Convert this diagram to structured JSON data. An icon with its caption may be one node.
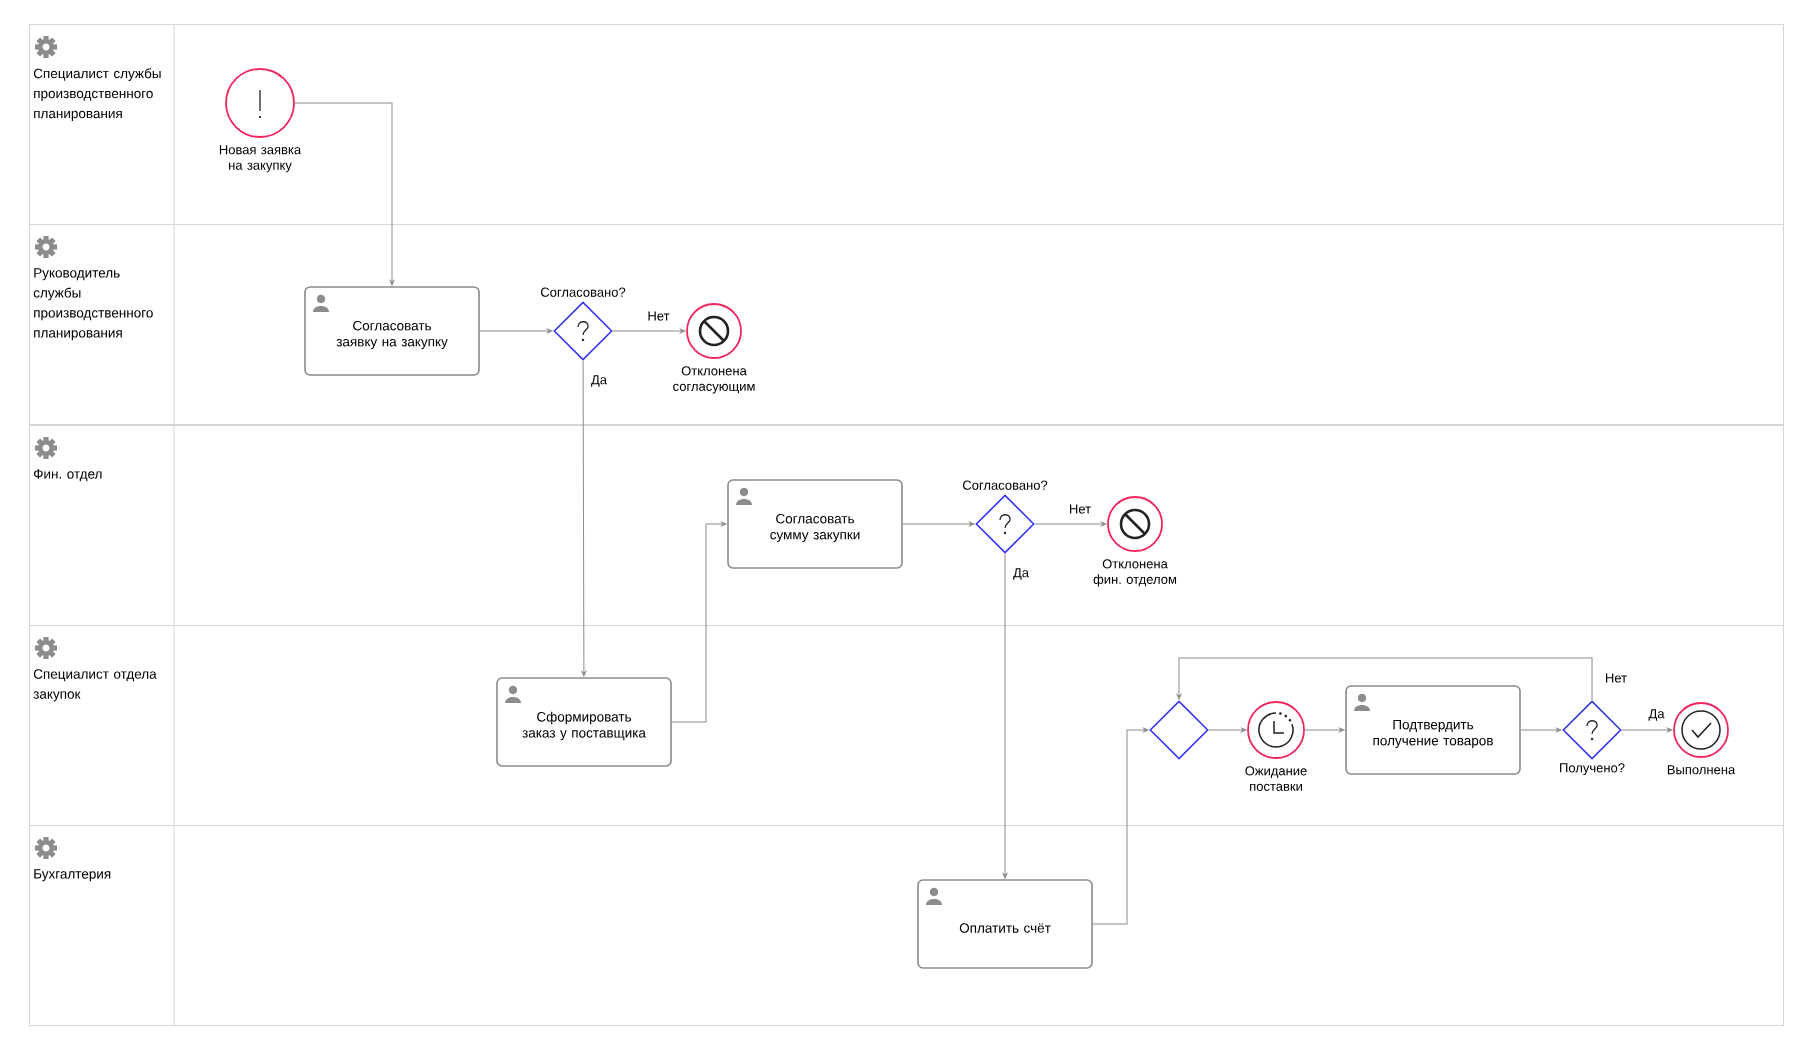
{
  "diagram": {
    "nodes": [
      {
        "text": [
          "Специалист службы производственного планирования"
        ]
      },
      {
        "text": [
          "Руководитель службы производственного планирования"
        ]
      },
      {
        "text": [
          "Фин. отдел"
        ]
      },
      {
        "text": [
          "Специалист отдела закупок"
        ]
      },
      {
        "text": [
          "Бухгалтерия"
        ]
      },
      {
        "text": [
          "Новая заявка на закупку"
        ],
        "in": 0
      },
      {
        "text": [
          "Согласовать заявку на закупку"
        ],
        "in": 1
      },
      {
        "text": [
          "Согласовано?"
        ],
        "in": 1
      },
      {
        "text": [
          "Отклонена согласующим"
        ],
        "in": 1
      },
      {
        "text": [
          "Согласовать сумму закупки"
        ],
        "in": 2
      },
      {
        "text": [
          "Согласовано?"
        ],
        "in": 2
      },
      {
        "text": [
          "Отклонена фин. отделом"
        ],
        "in": 2
      },
      {
        "text": [
          "Сформировать заказ у поставщика"
        ],
        "in": 3
      },
      {
        "text": [],
        "shape": "diamond",
        "in": 3
      },
      {
        "text": [
          "Ожидание поставки"
        ],
        "in": 3
      },
      {
        "text": [
          "Подтвердить получение товаров"
        ],
        "in": 3
      },
      {
        "text": [
          "Получено?"
        ],
        "in": 3
      },
      {
        "text": [
          "Выполнена"
        ],
        "in": 3
      },
      {
        "text": [
          "Оплатить счёт"
        ],
        "in": 4
      }
    ],
    "edges": [
      {
        "from": 5,
        "to": 6,
        "arrow": "to"
      },
      {
        "from": 6,
        "to": 7,
        "arrow": "to"
      },
      {
        "from": 7,
        "to": 8,
        "arrow": "to",
        "label": "Нет"
      },
      {
        "from": 7,
        "to": 12,
        "arrow": "to",
        "label": "Да"
      },
      {
        "from": 12,
        "to": 9,
        "arrow": "to"
      },
      {
        "from": 9,
        "to": 10,
        "arrow": "to"
      },
      {
        "from": 10,
        "to": 11,
        "arrow": "to",
        "label": "Нет"
      },
      {
        "from": 10,
        "to": 18,
        "arrow": "to",
        "label": "Да"
      },
      {
        "from": 18,
        "to": 13,
        "arrow": "to"
      },
      {
        "from": 13,
        "to": 14,
        "arrow": "to"
      },
      {
        "from": 14,
        "to": 15,
        "arrow": "to"
      },
      {
        "from": 15,
        "to": 16,
        "arrow": "to"
      },
      {
        "from": 16,
        "to": 17,
        "arrow": "to",
        "label": "Да"
      },
      {
        "from": 16,
        "to": 13,
        "arrow": "to",
        "label": "Нет"
      }
    ]
  }
}
